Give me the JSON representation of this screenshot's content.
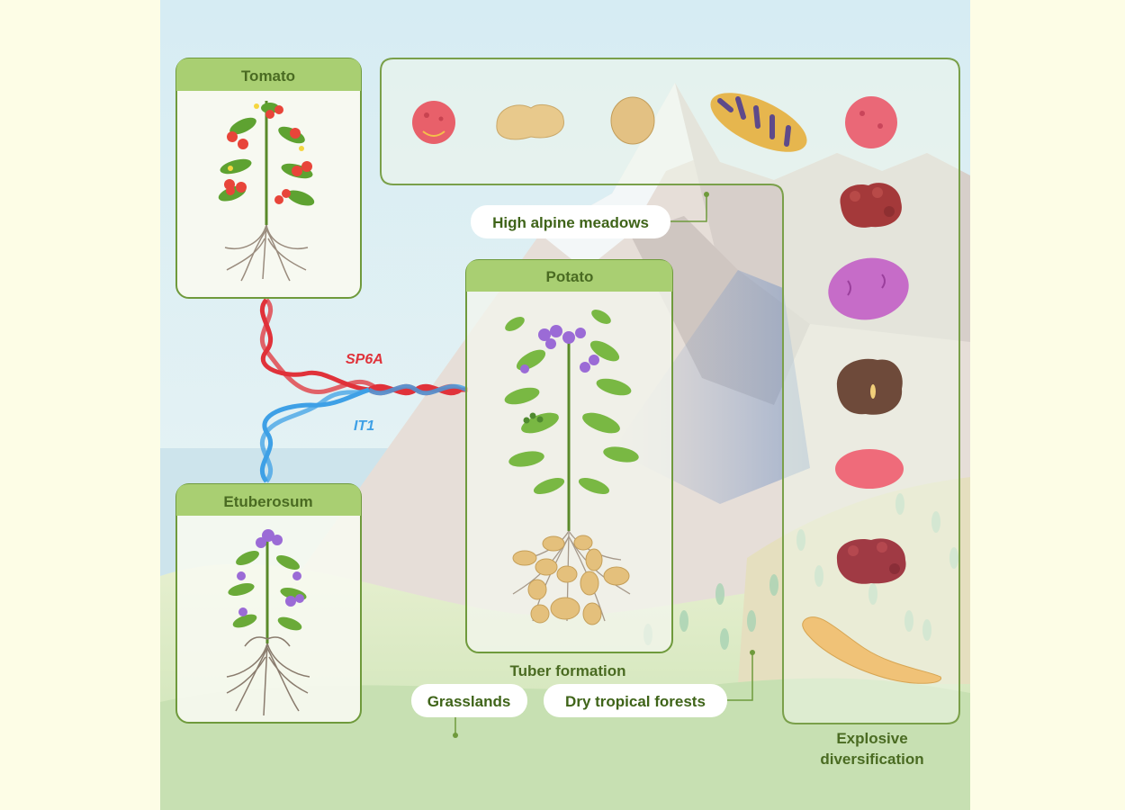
{
  "panels": {
    "tomato": "Tomato",
    "potato": "Potato",
    "etuberosum": "Etuberosum"
  },
  "genes": {
    "sp6a": "SP6A",
    "it1": "IT1"
  },
  "habitats": {
    "alpine": "High alpine meadows",
    "grasslands": "Grasslands",
    "dry_forests": "Dry tropical forests"
  },
  "labels": {
    "tuber_formation": "Tuber formation",
    "diversification_line1": "Explosive",
    "diversification_line2": "diversification"
  },
  "colors": {
    "sp6a": "#e0323a",
    "it1": "#3ea0e6",
    "panel_border": "#6f9a3c",
    "panel_header": "#a9cf72"
  },
  "tubers": [
    {
      "color": "#e8606a",
      "shape": "round"
    },
    {
      "color": "#e8c98c",
      "shape": "lumpy"
    },
    {
      "color": "#e3c183",
      "shape": "oval"
    },
    {
      "color": "#e6b64e",
      "shape": "striped"
    },
    {
      "color": "#ea6877",
      "shape": "round"
    },
    {
      "color": "#a4393a",
      "shape": "knobby"
    },
    {
      "color": "#c66cc8",
      "shape": "oval"
    },
    {
      "color": "#6e4a3a",
      "shape": "oval"
    },
    {
      "color": "#ef6b7a",
      "shape": "flat"
    },
    {
      "color": "#a03a44",
      "shape": "knobby"
    },
    {
      "color": "#f0c277",
      "shape": "long"
    }
  ]
}
